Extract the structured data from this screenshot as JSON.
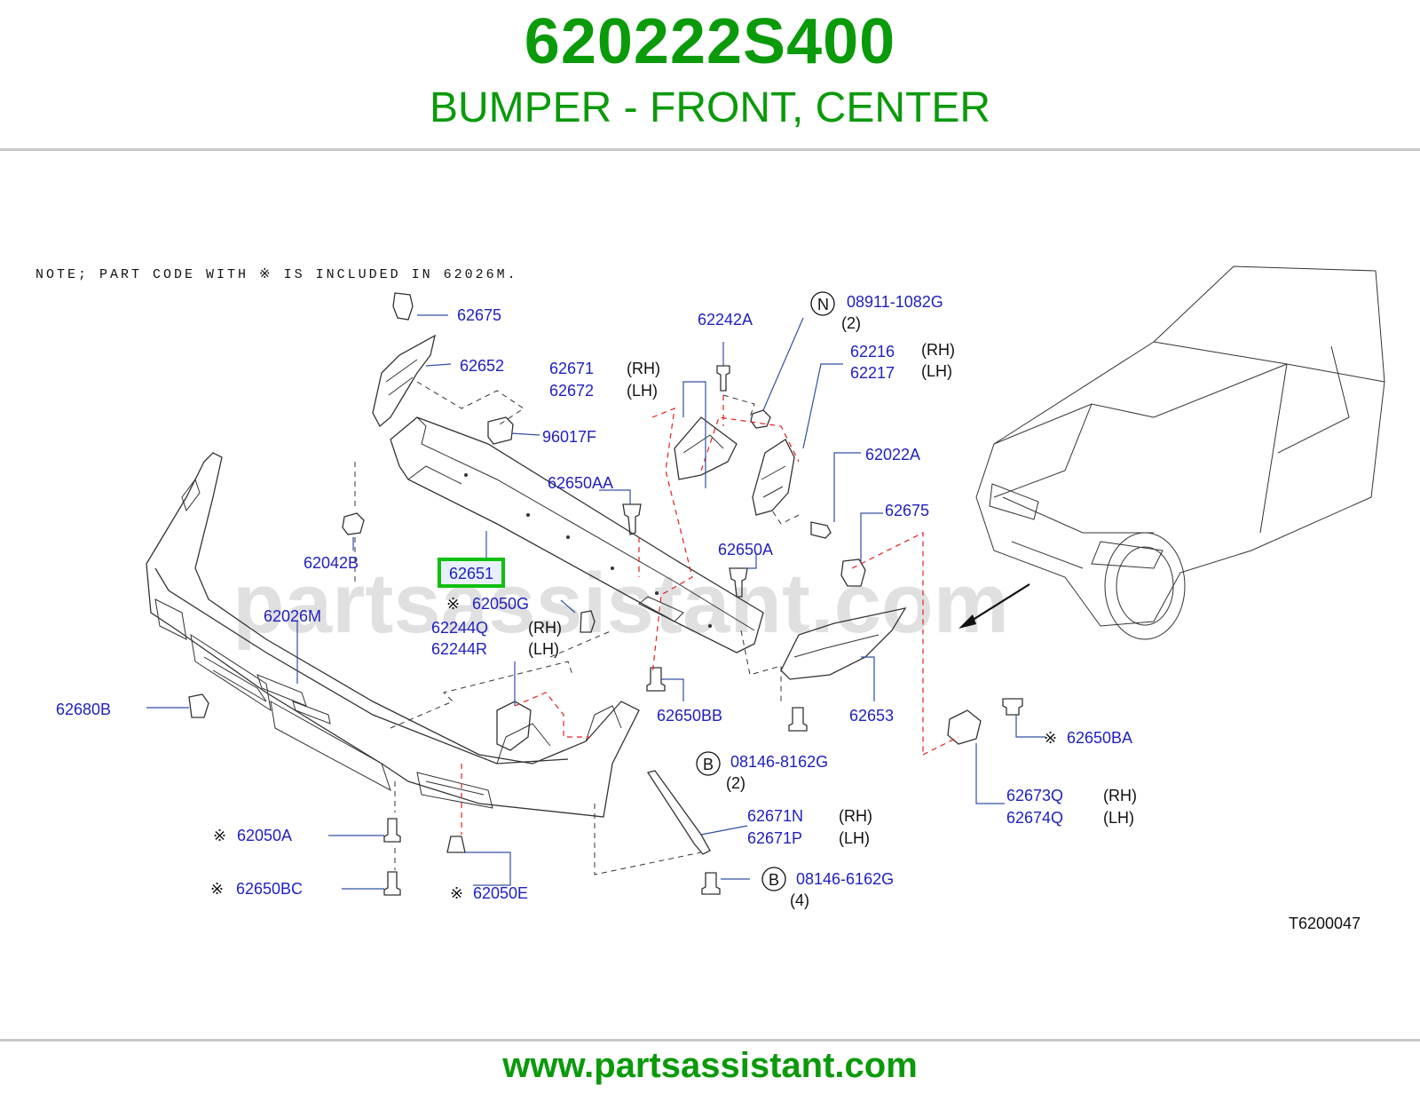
{
  "header": {
    "part_number": "620222S400",
    "part_name": "BUMPER - FRONT, CENTER"
  },
  "diagram": {
    "note": "NOTE; PART CODE WITH ※ IS INCLUDED IN 62026M.",
    "watermark": "partsassistant.com",
    "drawing_code": "T6200047",
    "highlighted_part": "62651",
    "labels": {
      "p62675a": "62675",
      "p62652": "62652",
      "p96017f": "96017F",
      "p62042b": "62042B",
      "p62651": "62651",
      "p62050g": "62050G",
      "p62244q": "62244Q",
      "p62244r": "62244R",
      "p62026m": "62026M",
      "p62680b": "62680B",
      "p62050a": "62050A",
      "p62650bc": "62650BC",
      "p62050e": "62050E",
      "p62242a": "62242A",
      "p62671": "62671",
      "p62672": "62672",
      "p62650aa": "62650AA",
      "p62650a": "62650A",
      "p62650bb": "62650BB",
      "p08911": "08911-1082G",
      "p62216": "62216",
      "p62217": "62217",
      "p62022a": "62022A",
      "p62675b": "62675",
      "p62653": "62653",
      "p08146_8162g": "08146-8162G",
      "p62671n": "62671N",
      "p62671p": "62671P",
      "p08146_6162g": "08146-6162G",
      "p62650ba": "62650BA",
      "p62673q": "62673Q",
      "p62674q": "62674Q"
    },
    "sides": {
      "rh": "(RH)",
      "lh": "(LH)"
    },
    "quantities": {
      "q2a": "(2)",
      "q2b": "(2)",
      "q4": "(4)"
    },
    "circle_marks": {
      "n": "N",
      "b1": "B",
      "b2": "B"
    },
    "mark_symbol": "※"
  },
  "footer": {
    "url": "www.partsassistant.com"
  },
  "colors": {
    "brand_green": "#0a9a0a",
    "part_label_blue": "#1f1fbf",
    "highlight_green": "#10c010",
    "highlight_fill": "#e8f0ff",
    "dash_red": "#e02020"
  }
}
